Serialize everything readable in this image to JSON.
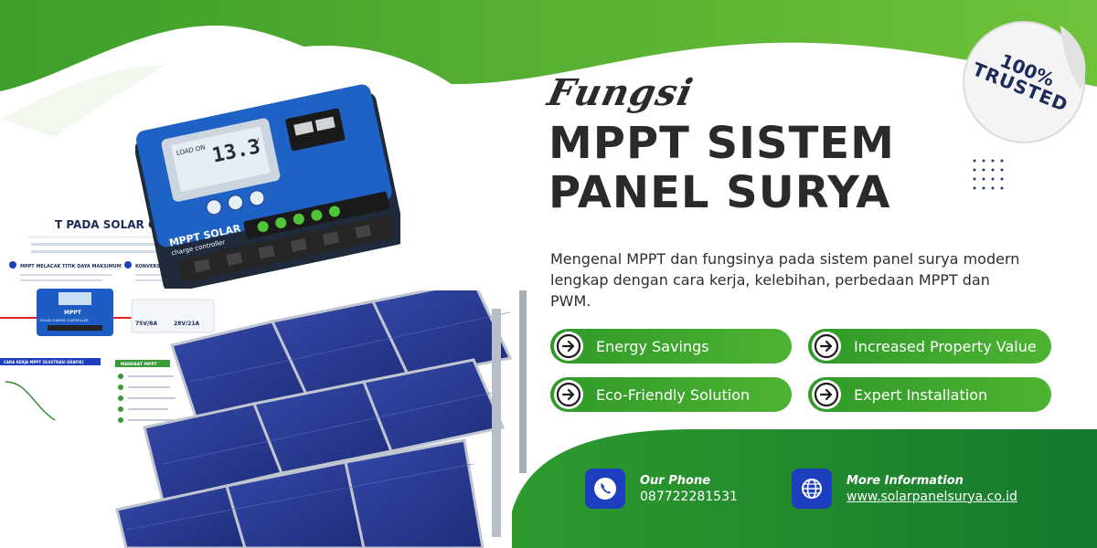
{
  "header": {
    "script_title": "Fungsi",
    "main_title_line1": "MPPT SISTEM",
    "main_title_line2": "PANEL SURYA",
    "description": "Mengenal MPPT dan fungsinya pada sistem panel surya modern lengkap dengan cara kerja, kelebihan, perbedaan MPPT dan PWM."
  },
  "badge": {
    "percent": "100%",
    "word": "TRUSTED"
  },
  "features": [
    {
      "label": "Energy Savings",
      "icon": "arrow-right-circle-icon"
    },
    {
      "label": "Increased Property Value",
      "icon": "arrow-right-circle-icon"
    },
    {
      "label": "Eco-Friendly Solution",
      "icon": "arrow-right-circle-icon"
    },
    {
      "label": "Expert Installation",
      "icon": "arrow-right-circle-icon"
    }
  ],
  "contact": {
    "phone_label": "Our Phone",
    "phone_value": "087722281531",
    "info_label": "More Information",
    "info_value": "www.solarpanelsurya.co.id"
  },
  "product": {
    "controller_brand": "MPPT SOLAR",
    "controller_sub": "charge controller",
    "display_value": "13.3",
    "display_unit": "V",
    "display_mode": "LOAD ON"
  },
  "infographic": {
    "heading": "T PADA SOLAR CH",
    "step1": "MPPT MELACAK TITIK DAYA MAKSIMUM",
    "step2": "KONVERSI & OPTIMASI DAYA",
    "voltage_in": "75V/8A",
    "voltage_out": "28V/21A",
    "section_graph": "CARA KERJA MPPT (ILUSTRASI GRAFIK)",
    "section_benefit": "MANFAAT MPPT",
    "mini_brand": "MPPT",
    "mini_sub": "SOLAR CHARGE CONTROLLER"
  },
  "colors": {
    "green_dark": "#1f8a24",
    "green_light": "#5cbb36",
    "navy": "#1c2a5a",
    "icon_blue": "#1d3fbf",
    "text_dark": "#2a2a2a"
  }
}
